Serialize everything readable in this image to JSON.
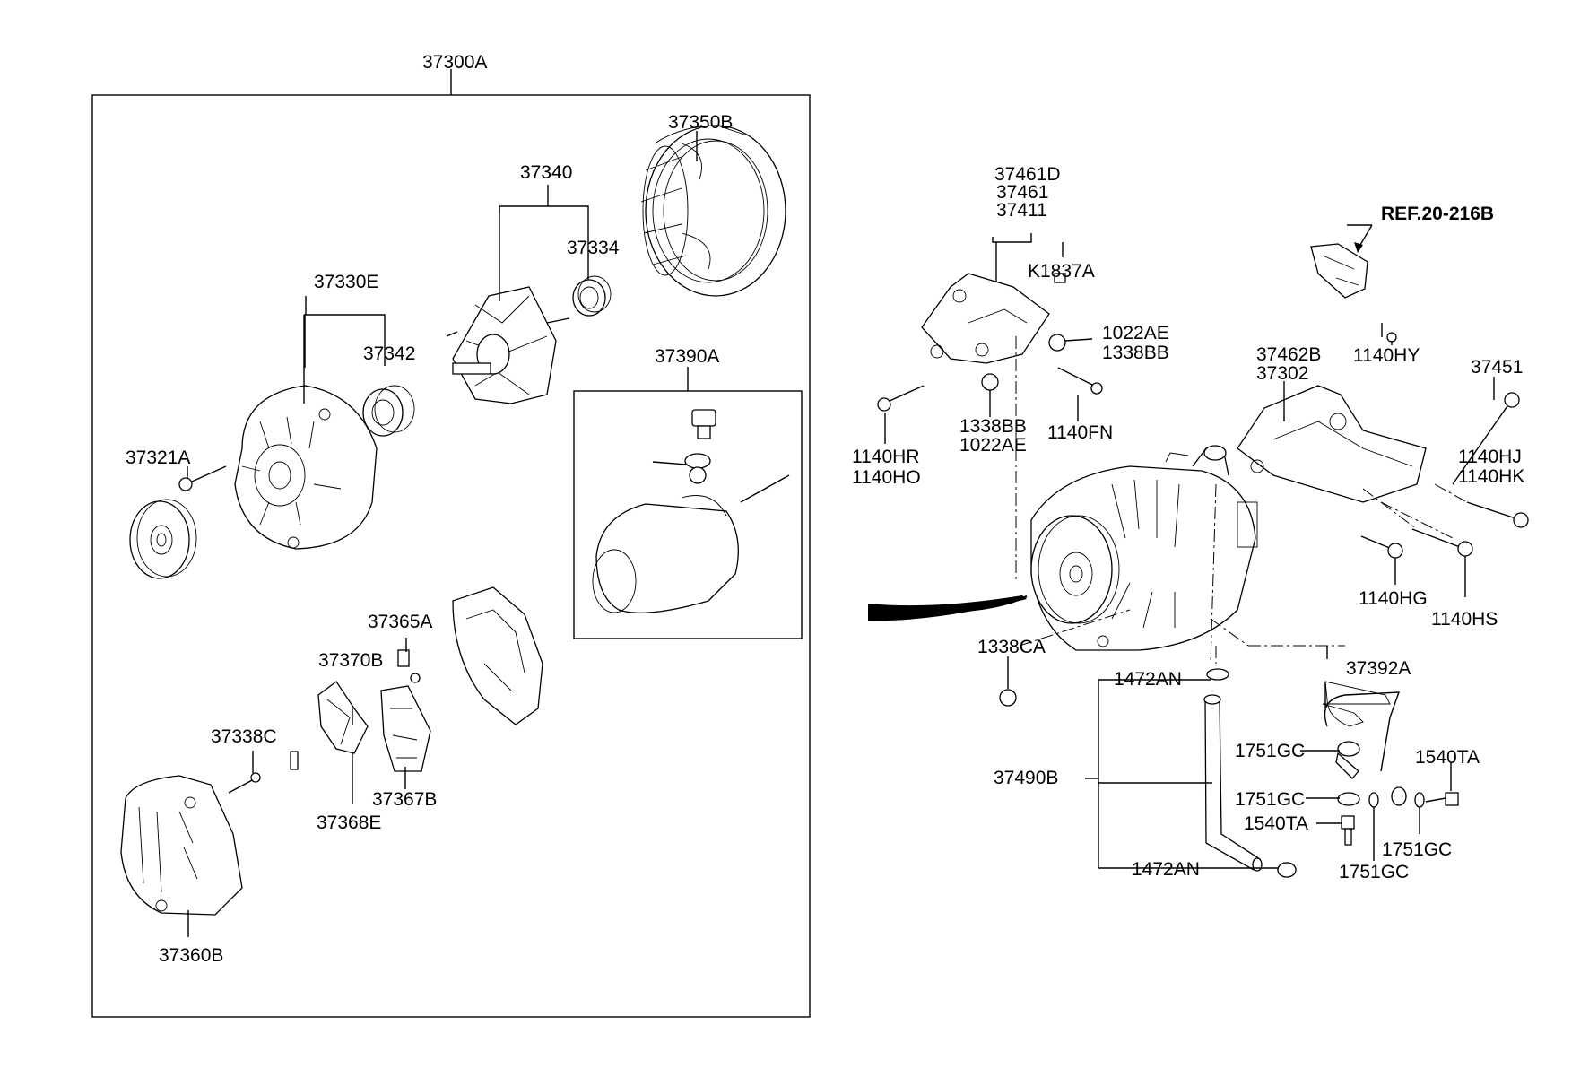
{
  "labels": {
    "l37300A": "37300A",
    "l37350B": "37350B",
    "l37340": "37340",
    "l37334": "37334",
    "l37330E": "37330E",
    "l37342": "37342",
    "l37390A": "37390A",
    "l37321A": "37321A",
    "l37365A": "37365A",
    "l37370B": "37370B",
    "l37338C": "37338C",
    "l37367B": "37367B",
    "l37368E": "37368E",
    "l37360B": "37360B",
    "l37461D": "37461D",
    "l37461": "37461",
    "l37411": "37411",
    "lK1837A": "K1837A",
    "lREF": "REF.20-216B",
    "l1022AE_a": "1022AE",
    "l1338BB_a": "1338BB",
    "l1140HY": "1140HY",
    "l37462B": "37462B",
    "l37302": "37302",
    "l37451": "37451",
    "l1140HR": "1140HR",
    "l1140HO": "1140HO",
    "l1338BB_b": "1338BB",
    "l1022AE_b": "1022AE",
    "l1140FN": "1140FN",
    "l1140HJ": "1140HJ",
    "l1140HK": "1140HK",
    "l1140HG": "1140HG",
    "l1140HS": "1140HS",
    "l1338CA": "1338CA",
    "l1472AN_a": "1472AN",
    "l37392A": "37392A",
    "l1751GC_a": "1751GC",
    "l1540TA_a": "1540TA",
    "l37490B": "37490B",
    "l1751GC_b": "1751GC",
    "l1540TA_b": "1540TA",
    "l1751GC_c": "1751GC",
    "l1751GC_d": "1751GC",
    "l1472AN_b": "1472AN"
  }
}
